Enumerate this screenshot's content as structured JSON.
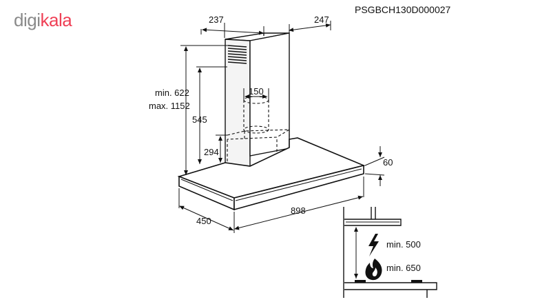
{
  "brand": {
    "logo_part1": "digi",
    "logo_part2": "kala",
    "accent_color": "#ef4056",
    "gray_color": "#8a8a8a"
  },
  "model_code": "PSGBCH130D000027",
  "dimensions": {
    "chimney_width": "237",
    "chimney_depth": "247",
    "height_min": "min. 622",
    "height_max": "max. 1152",
    "height_545": "545",
    "height_294": "294",
    "duct_diameter": "150",
    "canopy_thickness": "60",
    "hood_depth": "450",
    "hood_width": "898"
  },
  "clearance": {
    "electric_min": "min. 500",
    "gas_min": "min. 650",
    "electric_icon": "lightning-icon",
    "gas_icon": "flame-icon"
  }
}
